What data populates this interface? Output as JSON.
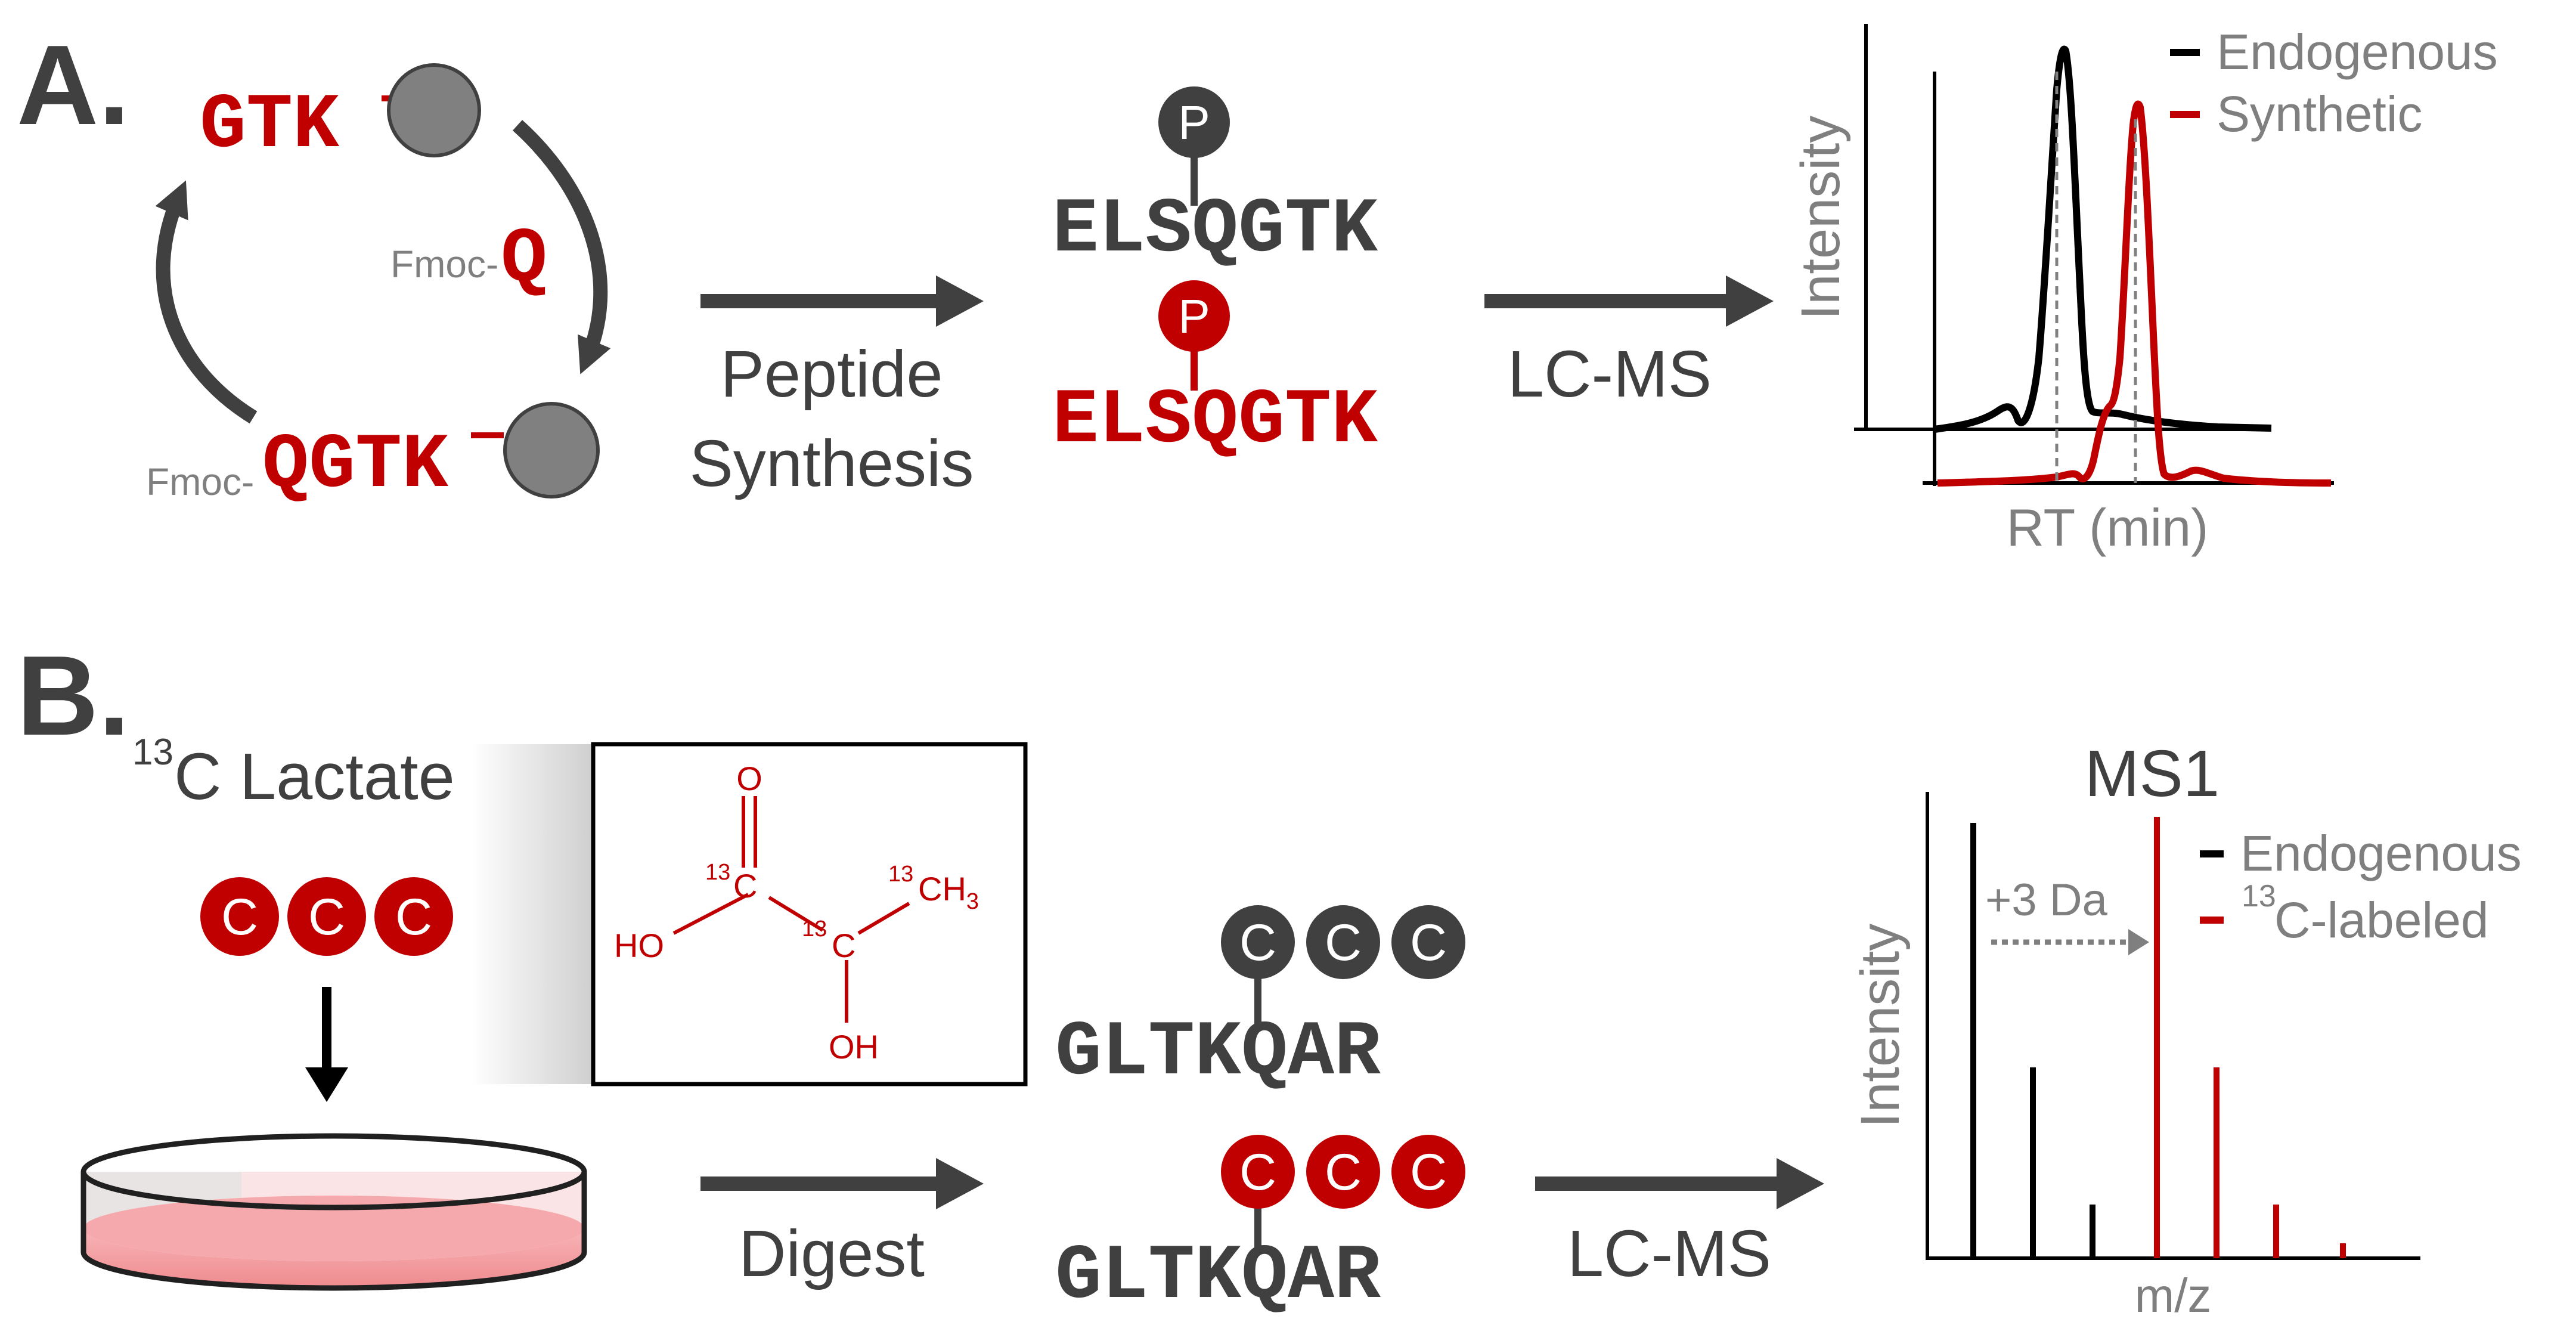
{
  "colors": {
    "red": "#c00000",
    "dark": "#404040",
    "grey": "#7f7f7f",
    "black": "#000000",
    "bead": "#808080"
  },
  "panel_a": {
    "label": "A.",
    "cycle": {
      "top_peptide": "GTK",
      "incoming_residue": "Q",
      "incoming_prefix": "Fmoc-",
      "bottom_peptide": "QGTK",
      "bottom_prefix": "Fmoc-"
    },
    "step1": {
      "line1": "Peptide",
      "line2": "Synthesis"
    },
    "products": {
      "phospho_symbol": "P",
      "endogenous_peptide": "ELSQGTK",
      "synthetic_peptide": "ELSQGTK"
    },
    "step2": {
      "label": "LC-MS"
    },
    "chromatogram": {
      "xlabel": "RT (min)",
      "ylabel": "Intensity",
      "legend": [
        {
          "name": "Endogenous",
          "color": "#000000"
        },
        {
          "name": "Synthetic",
          "color": "#c00000"
        }
      ]
    }
  },
  "panel_b": {
    "label": "B.",
    "reagent": {
      "superscript": "13",
      "name": "C Lactate",
      "carbons": [
        "C",
        "C",
        "C"
      ]
    },
    "structure": {
      "o_top": "O",
      "c1_sup": "13",
      "c1": "C",
      "ho": "HO",
      "c2_sup": "13",
      "c2": "C",
      "ch3_sup": "13",
      "ch3": "CH",
      "ch3_sub": "3",
      "oh": "OH"
    },
    "step1": {
      "label": "Digest"
    },
    "products": {
      "carbons_top": [
        "C",
        "C",
        "C"
      ],
      "peptide_top": "GLTKQAR",
      "carbons_bottom": [
        "C",
        "C",
        "C"
      ],
      "peptide_bottom": "GLTKQAR"
    },
    "step2": {
      "label": "LC-MS"
    },
    "spectrum": {
      "title": "MS1",
      "xlabel": "m/z",
      "ylabel": "Intensity",
      "shift_label": "+3 Da",
      "legend": [
        {
          "name": "Endogenous",
          "color": "#000000"
        },
        {
          "name": "C-labeled",
          "sup": "13",
          "color": "#c00000"
        }
      ]
    }
  }
}
